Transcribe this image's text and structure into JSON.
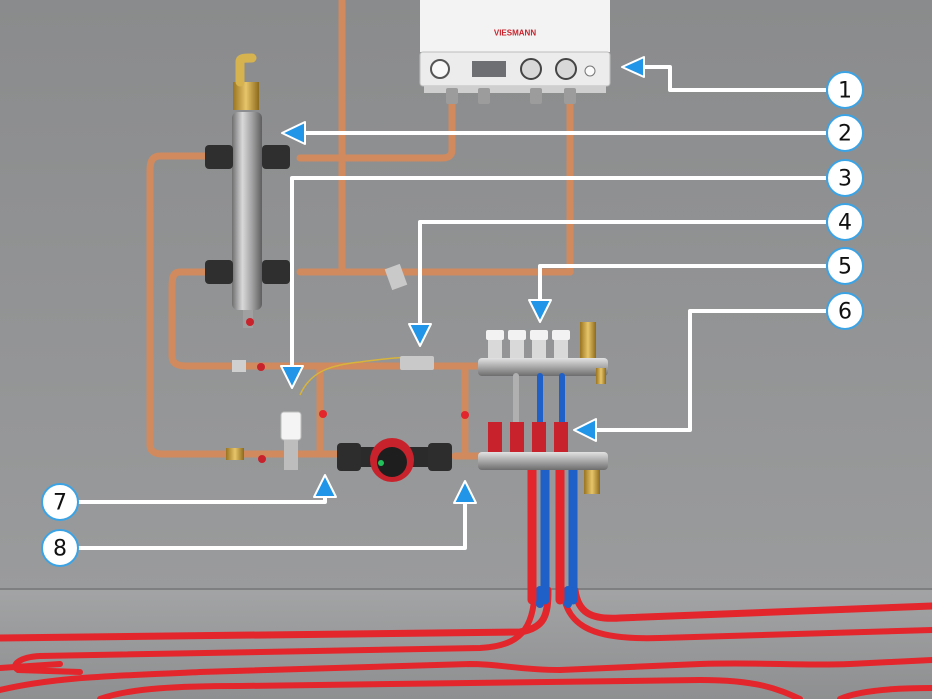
{
  "boiler": {
    "brand": "VIESMANN"
  },
  "callouts": [
    {
      "label": "1",
      "target": "boiler-control-panel"
    },
    {
      "label": "2",
      "target": "hydraulic-separator"
    },
    {
      "label": "3",
      "target": "thermostatic-mixing-valve"
    },
    {
      "label": "4",
      "target": "temperature-sensor"
    },
    {
      "label": "5",
      "target": "manifold-flow-valves"
    },
    {
      "label": "6",
      "target": "manifold-flow-meters"
    },
    {
      "label": "7",
      "target": "supply-pipe"
    },
    {
      "label": "8",
      "target": "circulation-pump"
    }
  ],
  "colors": {
    "wall": "#8f9091",
    "floor": "#9c9d9e",
    "copper": "#d08a5e",
    "heating_pipe_red": "#e3262b",
    "return_pipe_blue": "#1f5fc8",
    "arrow_blue": "#2196e8",
    "pump_red": "#c8232c"
  }
}
